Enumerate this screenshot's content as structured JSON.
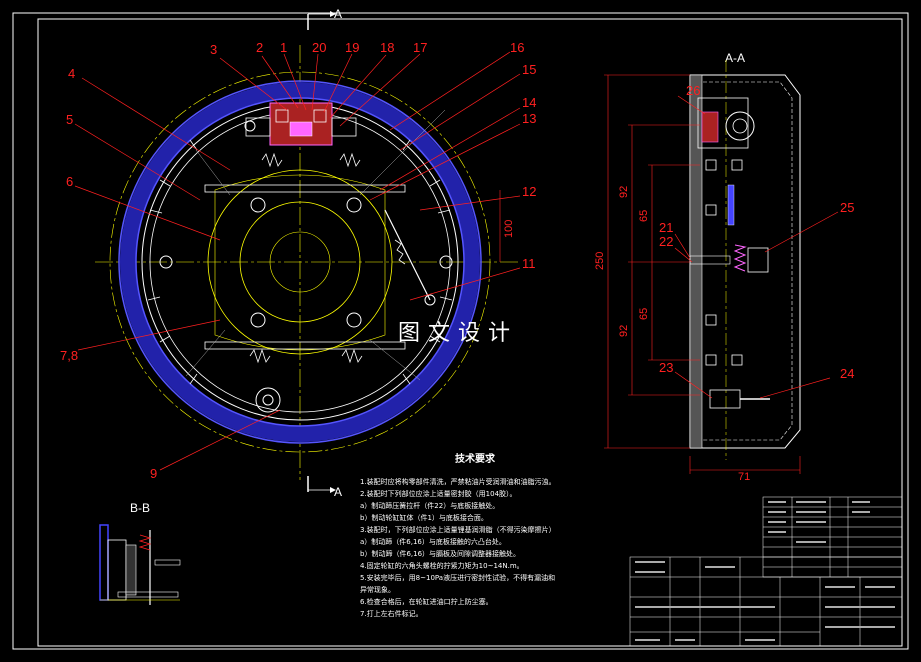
{
  "drawing": {
    "part_labels": [
      "1",
      "2",
      "3",
      "4",
      "5",
      "6",
      "7,8",
      "9",
      "11",
      "12",
      "13",
      "14",
      "15",
      "16",
      "17",
      "18",
      "19",
      "20",
      "21",
      "22",
      "23",
      "24",
      "25",
      "26"
    ],
    "section_views": {
      "aa_title": "A-A",
      "bb_title": "B-B",
      "cut_marker": "A"
    },
    "dimensions": {
      "d250": "250",
      "d92a": "92",
      "d65a": "65",
      "d65b": "65",
      "d92b": "92",
      "d71": "71",
      "d100": "100"
    },
    "watermark": "图文设计",
    "tech_requirements": {
      "title": "技术要求",
      "lines": [
        "1.装配时应将构零部件清洗，严禁粘油片受润滑油和油脂污浊。",
        "2.装配时下列部位应涂上适量密封胶（用104胶）。",
        "a）制动蹄压簧拉杆（件22）与底板接触处。",
        "b）制动轮缸缸体（件1）与底板接合面。",
        "3.装配时，下列部位应涂上适量锂基润滑脂（不得污染摩擦片）",
        "a）制动蹄（件6,16）与底板接触的六凸台处。",
        "b）制动蹄（件6,16）与膈板及间隙调整器接触处。",
        "4.固定轮缸的六角头螺栓的拧紧力矩为10~14N.m。",
        "5.安装完毕后，用8~10Pa液压进行密封性试验，不得有漏油和",
        "  异常现象。",
        "6.检查合格后，在轮缸进油口拧上防尘塞。",
        "7.打上左右件标记。"
      ]
    }
  }
}
